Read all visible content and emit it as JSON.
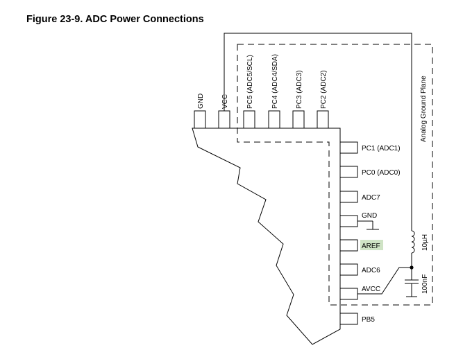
{
  "figure": {
    "title": "Figure 23-9. ADC Power Connections"
  },
  "top_pins": [
    "GND",
    "VCC",
    "PC5 (ADC5/SCL)",
    "PC4 (ADC4/SDA)",
    "PC3 (ADC3)",
    "PC2 (ADC2)"
  ],
  "right_pins": [
    "PC1 (ADC1)",
    "PC0 (ADC0)",
    "ADC7",
    "GND",
    "AREF",
    "ADC6",
    "AVCC",
    "PB5"
  ],
  "highlighted_pin": "AREF",
  "highlight_color": "#cfe3c5",
  "components": {
    "inductor": "10µH",
    "capacitor": "100nF"
  },
  "analog_ground_plane_label": "Analog Ground Plane"
}
